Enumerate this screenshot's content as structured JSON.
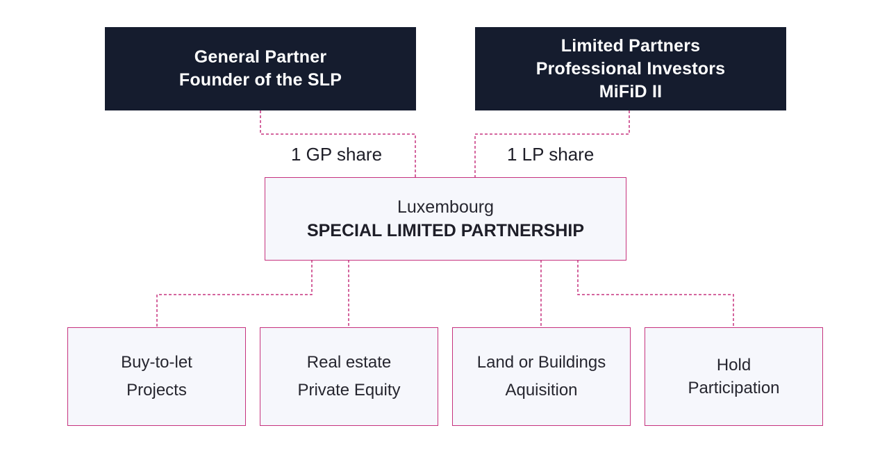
{
  "general_partner": {
    "line1": "General Partner",
    "line2": "Founder of the SLP"
  },
  "limited_partners": {
    "line1": "Limited Partners",
    "line2": "Professional Investors",
    "line3": "MiFiD II"
  },
  "gp_share_label": "1 GP share",
  "lp_share_label": "1 LP share",
  "slp": {
    "line1": "Luxembourg",
    "line2": "SPECIAL LIMITED PARTNERSHIP"
  },
  "activities": [
    {
      "line1": "Buy-to-let",
      "line2": "Projects"
    },
    {
      "line1": "Real estate",
      "line2": "Private Equity"
    },
    {
      "line1": "Land or Buildings",
      "line2": "Aquisition"
    },
    {
      "line1": "Hold",
      "line2": "Participation"
    }
  ],
  "colors": {
    "dark_box": "#151c2e",
    "accent_border": "#c6327e",
    "light_fill": "#f6f7fc"
  }
}
